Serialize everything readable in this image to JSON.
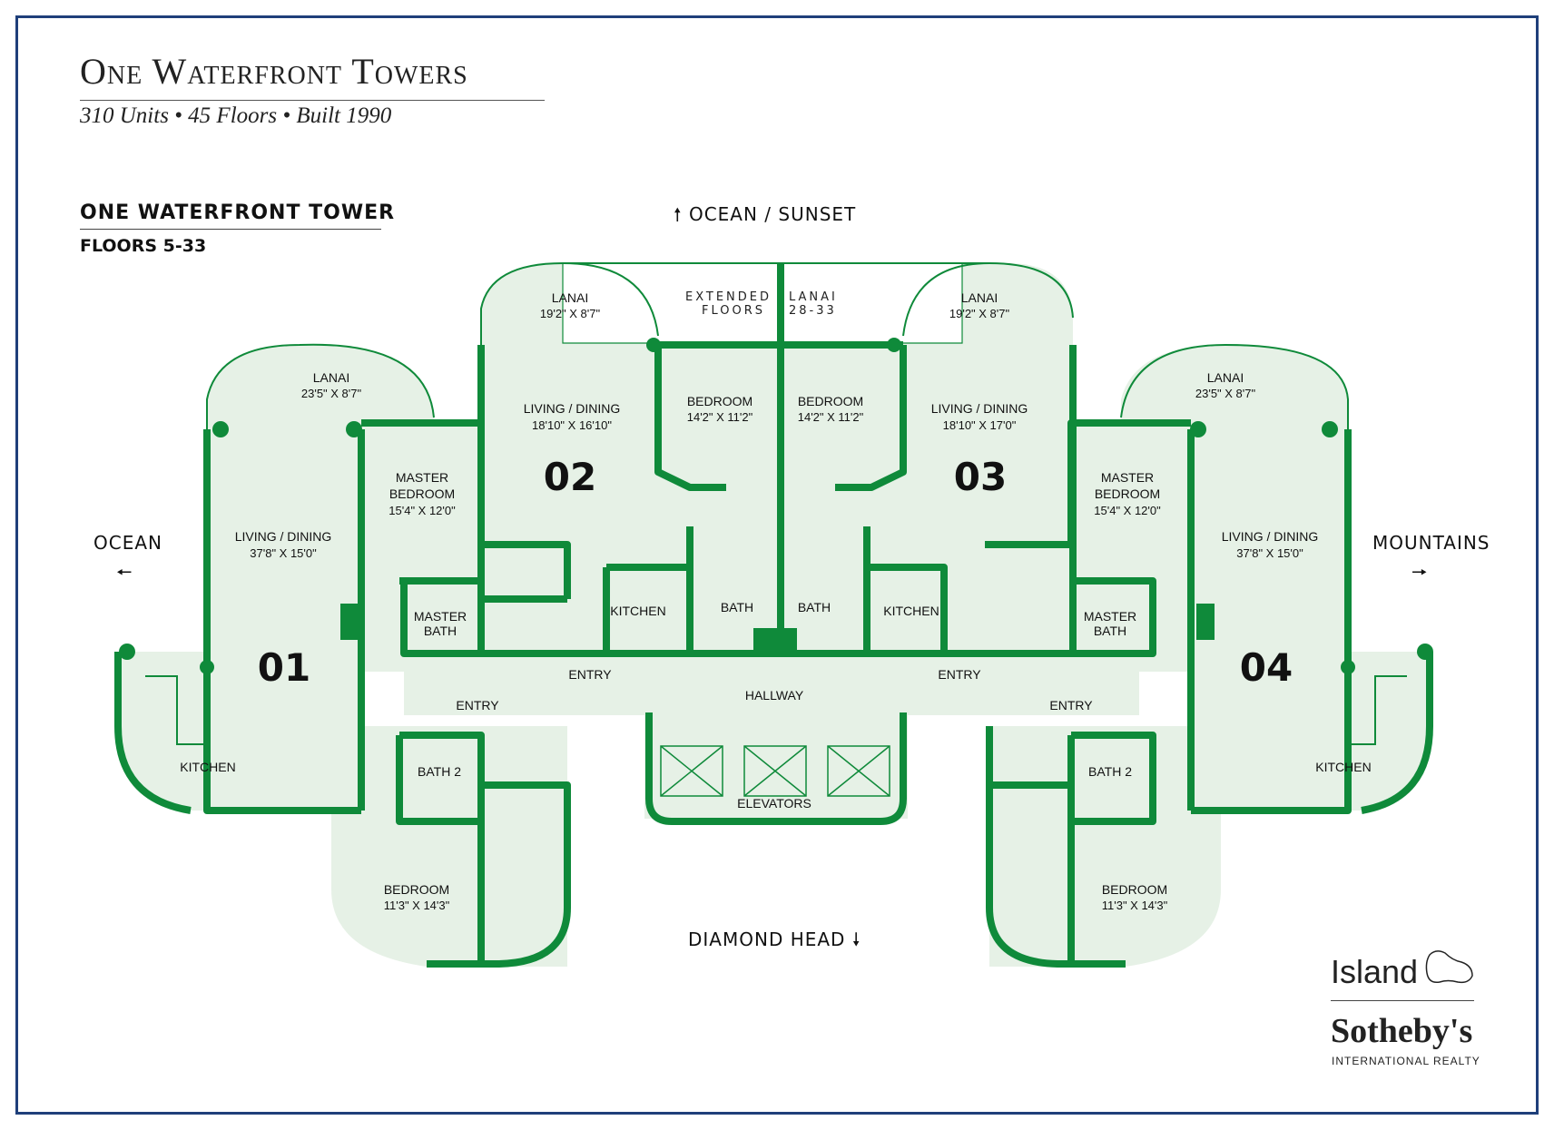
{
  "header": {
    "title": "One Waterfront Towers",
    "subtitle": "310 Units • 45 Floors • Built 1990"
  },
  "building": {
    "name": "ONE WATERFRONT TOWER",
    "floors": "FLOORS 5-33"
  },
  "directions": {
    "north": "OCEAN / SUNSET",
    "south": "DIAMOND HEAD",
    "west": "OCEAN",
    "east": "MOUNTAINS",
    "north_arrow": "🠕",
    "south_arrow": "🠗",
    "west_arrow": "🠔",
    "east_arrow": "🠖"
  },
  "units": {
    "u01": "01",
    "u02": "02",
    "u03": "03",
    "u04": "04"
  },
  "rooms": {
    "lanai": "LANAI",
    "lanai_01_dim": "23'5\" X 8'7\"",
    "lanai_02_dim": "19'2\" X 8'7\"",
    "lanai_03_dim": "19'2\" X 8'7\"",
    "lanai_04_dim": "23'5\" X 8'7\"",
    "extended_1": "EXTENDED",
    "extended_2": "FLOORS",
    "lanai_ext_1": "LANAI",
    "lanai_ext_2": "28-33",
    "living": "LIVING / DINING",
    "living_01_dim": "37'8\" X 15'0\"",
    "living_02_dim": "18'10\" X 16'10\"",
    "living_03_dim": "18'10\" X 17'0\"",
    "living_04_dim": "37'8\" X 15'0\"",
    "master": "MASTER",
    "bedroom": "BEDROOM",
    "master_dim": "15'4\" X 12'0\"",
    "bedroom_02_dim": "14'2\" X 11'2\"",
    "bedroom_03_dim": "14'2\" X 11'2\"",
    "bedroom_01_dim": "11'3\" X 14'3\"",
    "bedroom_04_dim": "11'3\" X 14'3\"",
    "bath": "BATH",
    "bath2": "BATH 2",
    "kitchen": "KITCHEN",
    "entry": "ENTRY",
    "hallway": "HALLWAY",
    "elevators": "ELEVATORS"
  },
  "logo": {
    "line1": "Island",
    "line2": "Sotheby's",
    "line3": "INTERNATIONAL REALTY"
  },
  "colors": {
    "frame": "#1f3f7a",
    "wall": "#0f8a3a",
    "floor": "#e6f1e6"
  }
}
